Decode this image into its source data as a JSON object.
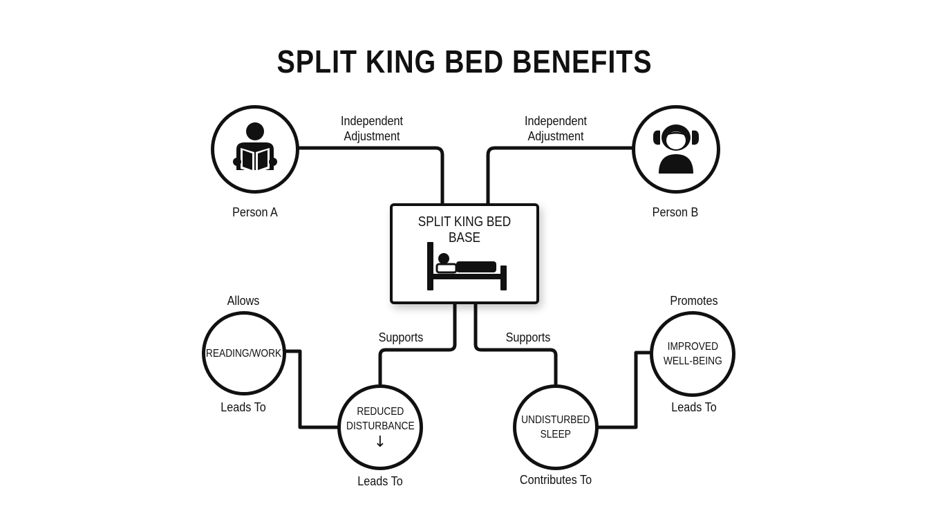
{
  "title": "SPLIT KING BED BENEFITS",
  "center": {
    "label": "SPLIT KING BED BASE",
    "icon": "bed-icon"
  },
  "person_a": {
    "label": "Person A",
    "icon": "person-reading-icon"
  },
  "person_b": {
    "label": "Person B",
    "icon": "person-pillow-icon"
  },
  "edge_labels": {
    "a_to_center": "Independent\nAdjustment",
    "b_to_center": "Independent\nAdjustment",
    "center_to_reduced": "Supports",
    "center_to_sleep": "Supports",
    "allows": "Allows",
    "reading_leads": "Leads To",
    "reduced_leads": "Leads To",
    "contributes": "Contributes To",
    "promotes": "Promotes",
    "wellbeing_leads": "Leads To"
  },
  "nodes": {
    "reading": "READING/WORK",
    "reduced": "REDUCED\nDISTURBANCE",
    "reduced_arrow": "↓",
    "sleep": "UNDISTURBED\nSLEEP",
    "wellbeing": "IMPROVED\nWELL-BEING"
  }
}
